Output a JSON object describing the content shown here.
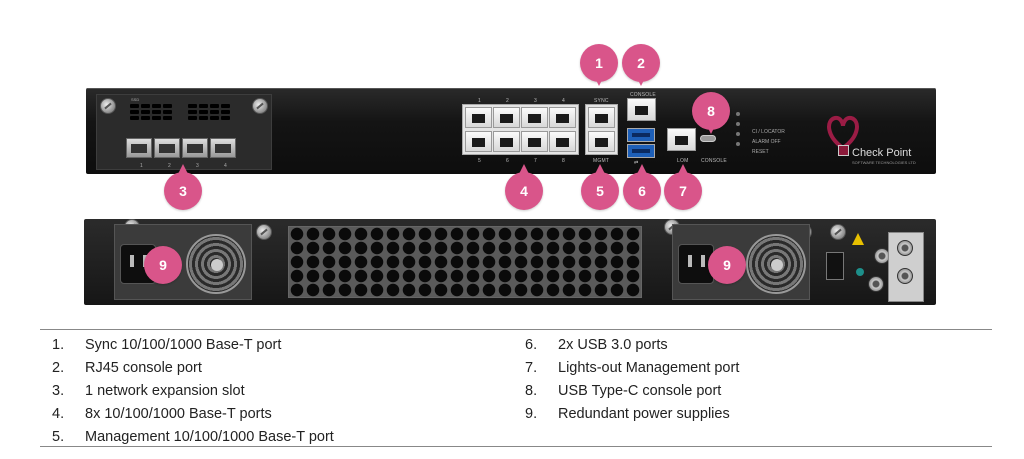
{
  "panel_labels": {
    "slot": "SSD",
    "sfp_numbers": [
      "1",
      "2",
      "3",
      "4"
    ],
    "rj_top_numbers": [
      "1",
      "2",
      "3",
      "4"
    ],
    "rj_bottom_numbers": [
      "5",
      "6",
      "7",
      "8"
    ],
    "sync": "SYNC",
    "mgmt": "MGMT",
    "console": "CONSOLE",
    "lom": "LOM",
    "usbc_console": "CONSOLE",
    "leds": [
      "CI / LOCATOR",
      "ALARM OFF",
      "RESET"
    ]
  },
  "brand": {
    "name": "Check Point",
    "tagline": "SOFTWARE TECHNOLOGIES LTD"
  },
  "callouts": {
    "c1": "1",
    "c2": "2",
    "c3": "3",
    "c4": "4",
    "c5": "5",
    "c6": "6",
    "c7": "7",
    "c8": "8",
    "c9a": "9",
    "c9b": "9"
  },
  "legend": {
    "left": [
      {
        "num": "1.",
        "text": "Sync 10/100/1000 Base-T port"
      },
      {
        "num": "2.",
        "text": "RJ45 console port"
      },
      {
        "num": "3.",
        "text": "1 network expansion slot"
      },
      {
        "num": "4.",
        "text": "8x 10/100/1000 Base-T ports"
      },
      {
        "num": "5.",
        "text": "Management 10/100/1000 Base-T port"
      }
    ],
    "right": [
      {
        "num": "6.",
        "text": "2x USB 3.0 ports"
      },
      {
        "num": "7.",
        "text": "Lights-out Management port"
      },
      {
        "num": "8.",
        "text": "USB Type-C console port"
      },
      {
        "num": "9.",
        "text": "Redundant power supplies"
      }
    ]
  },
  "colors": {
    "callout": "#d9558a",
    "chassis": "#161616",
    "usb": "#1d5fb8",
    "brand": "#8b1a3a"
  }
}
